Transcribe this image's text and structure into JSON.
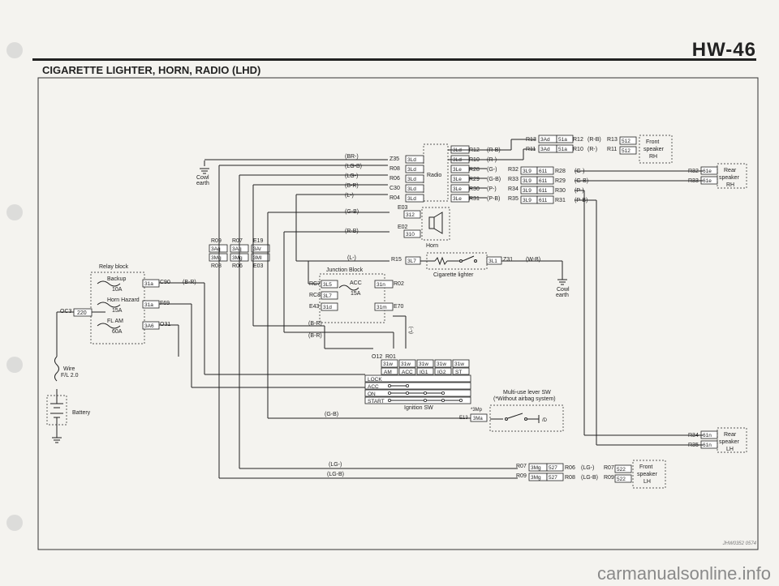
{
  "page": {
    "id": "HW-46",
    "title": "CIGARETTE LIGHTER, HORN, RADIO (LHD)"
  },
  "watermark": "carmanualsonline.info",
  "code": "JHW0352 0574",
  "labels": {
    "cowl_earth": "Cowl earth",
    "radio": "Radio",
    "horn": "Horn",
    "junction_block": "Junction Block",
    "cigarette_lighter": "Cigarette lighter",
    "relay_block": "Relay block",
    "battery": "Battery",
    "wire": "Wire",
    "fl": "F/L 2.0",
    "ignition_sw": "Ignition SW",
    "multi_use": "Multi-use lever SW",
    "multi_use_note": "(*Without airbag system)",
    "front_rh": "Front speaker RH",
    "rear_rh": "Rear speaker RH",
    "rear_lh": "Rear speaker LH",
    "front_lh": "Front speaker LH"
  },
  "fuses": [
    {
      "name": "Backup",
      "rating": "10A",
      "conn": "31a",
      "wire_conn": "C90",
      "color": "(B-R)"
    },
    {
      "name": "Horn Hazard",
      "rating": "15A",
      "conn": "31a",
      "wire_conn": "F69",
      "color": ""
    },
    {
      "name": "FL AM",
      "rating": "60A",
      "conn": "3A6",
      "wire_conn": "O31",
      "color": ""
    }
  ],
  "acc_fuse": {
    "name": "ACC",
    "rating": "15A"
  },
  "radio_left": [
    {
      "wire": "(BR-)",
      "conn": "Z35",
      "pin": "3Ld"
    },
    {
      "wire": "(LG-B)",
      "conn": "R08",
      "pin": "3Ld"
    },
    {
      "wire": "(LG-)",
      "conn": "R06",
      "pin": "3Ld"
    },
    {
      "wire": "(B-R)",
      "conn": "C30",
      "pin": "3Ld"
    },
    {
      "wire": "(L-)",
      "conn": "R04",
      "pin": "3Ld"
    }
  ],
  "radio_right": [
    {
      "pin": "3Ld",
      "conn": "R12",
      "wire": "(R-B)"
    },
    {
      "pin": "3Ld",
      "conn": "R10",
      "wire": "(R-)"
    },
    {
      "pin": "3Le",
      "conn": "R28",
      "wire": "(G-)",
      "dest": "R32"
    },
    {
      "pin": "3Le",
      "conn": "R29",
      "wire": "(G-B)",
      "dest": "R33"
    },
    {
      "pin": "3Le",
      "conn": "R30",
      "wire": "(P-)",
      "dest": "R34"
    },
    {
      "pin": "3Le",
      "conn": "R31",
      "wire": "(P-B)",
      "dest": "R35"
    }
  ],
  "mid_conn": [
    {
      "a": "3L9",
      "b": "611",
      "out": "R28",
      "wire": "(G-)"
    },
    {
      "a": "3L9",
      "b": "611",
      "out": "R29",
      "wire": "(G-B)"
    },
    {
      "a": "3L9",
      "b": "611",
      "out": "R30",
      "wire": "(P-)"
    },
    {
      "a": "3L9",
      "b": "611",
      "out": "R31",
      "wire": "(P-B)"
    }
  ],
  "front_rh_conn": [
    {
      "in": "R13",
      "a": "3Ad",
      "b": "51a",
      "out": "R12",
      "wire": "(R-B)",
      "sp": "R13",
      "pin": "512"
    },
    {
      "in": "R11",
      "a": "3Ad",
      "b": "51a",
      "out": "R10",
      "wire": "(R-)",
      "sp": "R11",
      "pin": "512"
    }
  ],
  "rear_rh_conn": [
    {
      "in": "R32",
      "pin": "61e"
    },
    {
      "in": "R33",
      "pin": "61e"
    }
  ],
  "rear_lh_conn": [
    {
      "in": "R34",
      "pin": "61n"
    },
    {
      "in": "R35",
      "pin": "61n"
    }
  ],
  "front_lh_conn": [
    {
      "in": "R07",
      "a": "3Mg",
      "b": "527",
      "out": "R06",
      "wire": "(LG-)",
      "sp": "R07",
      "pin": "522"
    },
    {
      "in": "R09",
      "a": "3Mg",
      "b": "527",
      "out": "R08",
      "wire": "(LG-B)",
      "sp": "R09",
      "pin": "522"
    }
  ],
  "horn_wires": [
    {
      "wire": "(G-B)",
      "conn": "E03",
      "pin": "312"
    },
    {
      "wire": "(R-B)",
      "conn": "E02",
      "pin": "310"
    }
  ],
  "lighter": {
    "wire": "(L-)",
    "in": "R15",
    "pin_in": "3L7",
    "pin_out": "3L1",
    "out": "Z31",
    "out_wire": "(W-B)"
  },
  "upper_grid": {
    "cols": [
      {
        "top": "R09",
        "a": "3Aq",
        "b": "3Mg",
        "bot": "R08"
      },
      {
        "top": "R07",
        "a": "3Aq",
        "b": "3Mg",
        "bot": "R06"
      },
      {
        "top": "E19",
        "a": "3Ar",
        "b": "3MI",
        "bot": "E03"
      }
    ]
  },
  "junction": {
    "rows": [
      {
        "in": "RC7",
        "pin": "3L5",
        "out_pin": "31n",
        "out": "R02"
      },
      {
        "in": "RC8",
        "pin": "3L7",
        "out_pin": "",
        "out": ""
      },
      {
        "in": "E43",
        "pin": "31d",
        "out_pin": "31m",
        "out": "E70"
      }
    ]
  },
  "misc_wires": {
    "br1": "(B-R)",
    "br2": "(B-R)",
    "gb": "(G-B)",
    "lg": "(LG-)",
    "lgb": "(LG-B)",
    "l_vert": "(L-)",
    "oc3": "OC3",
    "oc3_pin": "220",
    "o12": "O12",
    "r01": "R01",
    "mp": "*3Mp",
    "e13": "E13",
    "mp_pin": "3Ma"
  },
  "ign": {
    "pins": [
      "31w",
      "31w",
      "31w",
      "31w",
      "31w"
    ],
    "cols": [
      "AM",
      "ACC",
      "IG1",
      "IG2",
      "ST"
    ],
    "rows": [
      "LOCK",
      "ACC",
      "ON",
      "START"
    ]
  }
}
